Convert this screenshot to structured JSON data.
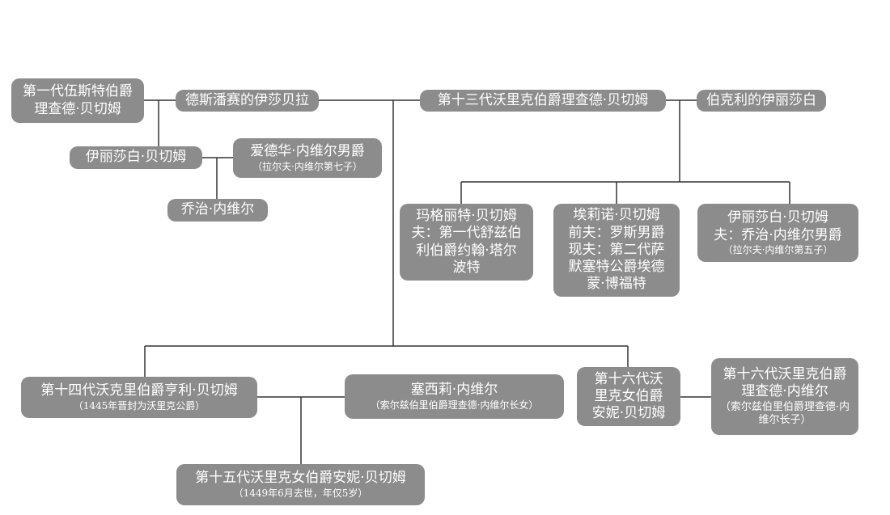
{
  "colors": {
    "box": "#8c8c8c",
    "line": "#333333",
    "text": "#ffffff"
  },
  "nodes": {
    "richard_worcester": {
      "lines": [
        "第一代伍斯特伯爵",
        "理查德·贝切姆"
      ]
    },
    "isabella": {
      "lines": [
        "德斯潘赛的伊莎贝拉"
      ]
    },
    "richard_13": {
      "lines": [
        "第十三代沃里克伯爵理查德·贝切姆"
      ]
    },
    "elizabeth_berkeley": {
      "lines": [
        "伯克利的伊丽莎白"
      ]
    },
    "elizabeth_b1": {
      "lines": [
        "伊丽莎白·贝切姆"
      ]
    },
    "edward_neville": {
      "lines": [
        "爱德华·内维尔男爵"
      ],
      "note": "（拉尔夫·内维尔第七子）"
    },
    "george_neville": {
      "lines": [
        "乔治·内维尔"
      ]
    },
    "margaret": {
      "lines": [
        "玛格丽特·贝切姆",
        "夫：第一代舒兹伯",
        "利伯爵约翰·塔尔",
        "波特"
      ]
    },
    "eleanor": {
      "lines": [
        "埃莉诺·贝切姆",
        "前夫：罗斯男爵",
        "现夫：第二代萨",
        "默塞特公爵埃德",
        "蒙·博福特"
      ]
    },
    "elizabeth_b2": {
      "lines": [
        "伊丽莎白·贝切姆",
        "夫：乔治·内维尔男爵"
      ],
      "note": "（拉尔夫·内维尔第五子）"
    },
    "henry_14": {
      "lines": [
        "第十四代沃克里伯爵亨利·贝切姆"
      ],
      "note": "（1445年晋封为沃里克公爵）"
    },
    "cecily": {
      "lines": [
        "塞西莉·内维尔"
      ],
      "note": "（索尔兹伯里伯爵理查德·内维尔长女）"
    },
    "anne_16": {
      "lines": [
        "第十六代沃",
        "里克女伯爵",
        "安妮·贝切姆"
      ]
    },
    "richard_16": {
      "lines": [
        "第十六代沃里克伯爵",
        "理查德·内维尔"
      ],
      "note": "（索尔兹伯里伯爵理查德·内维尔长子）"
    },
    "anne_15": {
      "lines": [
        "第十五代沃里克女伯爵安妮·贝切姆"
      ],
      "note": "（1449年6月去世，年仅5岁）"
    }
  }
}
